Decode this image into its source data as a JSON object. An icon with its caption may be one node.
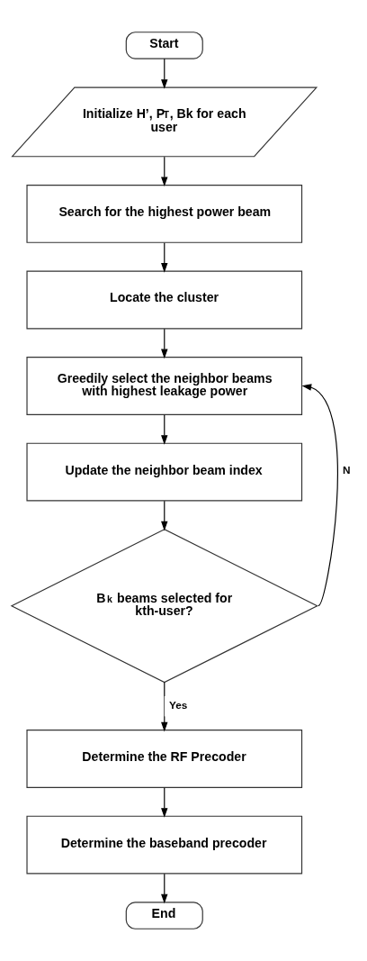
{
  "diagram": {
    "nodes": [
      {
        "text": [
          "Start"
        ]
      },
      {
        "text": [
          "Initialize H’, P$_{T}$, Bk for each user"
        ]
      },
      {
        "text": [
          "Search for the highest power beam"
        ]
      },
      {
        "text": [
          "Locate the cluster"
        ]
      },
      {
        "text": [
          "Greedily select the neighbor beams with highest leakage power"
        ]
      },
      {
        "text": [
          "Update the neighbor beam index"
        ]
      },
      {
        "text": [
          "B$_{k}$ beams selected for kth-user?"
        ]
      },
      {
        "text": [
          "Determine the RF Precoder"
        ]
      },
      {
        "text": [
          "Determine the baseband precoder"
        ]
      },
      {
        "text": [
          "End"
        ]
      }
    ],
    "edges": [
      {
        "from": 0,
        "to": 1,
        "arrow": "to"
      },
      {
        "from": 1,
        "to": 2,
        "arrow": "to"
      },
      {
        "from": 2,
        "to": 3,
        "arrow": "to"
      },
      {
        "from": 3,
        "to": 4,
        "arrow": "to"
      },
      {
        "from": 4,
        "to": 5,
        "arrow": "to"
      },
      {
        "from": 5,
        "to": 6,
        "arrow": "to"
      },
      {
        "from": 6,
        "to": 4,
        "arrow": "to",
        "label": "N"
      },
      {
        "from": 6,
        "to": 7,
        "arrow": "to",
        "label": "Yes"
      },
      {
        "from": 7,
        "to": 8,
        "arrow": "to"
      },
      {
        "from": 8,
        "to": 9,
        "arrow": "to"
      }
    ]
  }
}
